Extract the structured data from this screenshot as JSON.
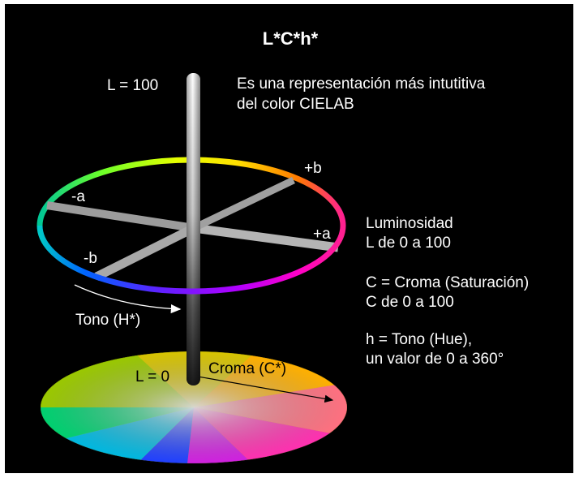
{
  "title": "L*C*h*",
  "labels": {
    "l_top": "L = 100",
    "l_bottom": "L = 0",
    "axis_plus_b": "+b",
    "axis_minus_a": "-a",
    "axis_plus_a": "+a",
    "axis_minus_b": "-b",
    "tono": "Tono (H*)",
    "croma": "Croma (C*)"
  },
  "description": {
    "line1": "Es una representación más intutitiva",
    "line2": "del color CIELAB"
  },
  "notes": {
    "luminosidad_1": "Luminosidad",
    "luminosidad_2": "L de 0 a 100",
    "croma_1": "C = Croma (Saturación)",
    "croma_2": "C de 0 a 100",
    "tono_1": "h = Tono (Hue),",
    "tono_2": "un valor de 0 a 360°"
  },
  "colors": {
    "background": "#000000",
    "frame": "#ffffff",
    "text": "#ffffff",
    "axis_bar": "#a8a8a8",
    "ring_hues": [
      "#ff00b4",
      "#ff8a00",
      "#ffff00",
      "#8aff00",
      "#00c850",
      "#00c8ff",
      "#0050ff",
      "#8a00ff",
      "#ff00b4"
    ]
  }
}
